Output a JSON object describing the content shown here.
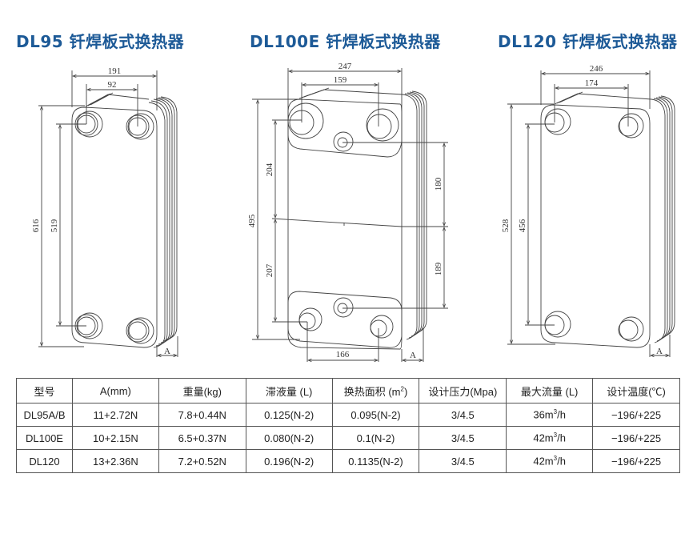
{
  "titles": [
    {
      "model": "DL95",
      "text": "DL95 钎焊板式换热器"
    },
    {
      "model": "DL100E",
      "text": "DL100E 钎焊板式换热器"
    },
    {
      "model": "DL120",
      "text": "DL120 钎焊板式换热器"
    }
  ],
  "diagrams": {
    "dl95": {
      "width": "191",
      "port_spacing": "92",
      "height": "616",
      "port_center_height": "519",
      "thickness_label": "A"
    },
    "dl100e": {
      "width": "247",
      "port_spacing": "159",
      "height": "495",
      "upper_height": "204",
      "lower_height": "207",
      "upper_right": "180",
      "lower_right": "189",
      "bottom_port_spacing": "166",
      "thickness_label": "A"
    },
    "dl120": {
      "width": "246",
      "port_spacing": "174",
      "height": "528",
      "port_center_height": "456",
      "thickness_label": "A"
    }
  },
  "table": {
    "headers": [
      "型号",
      "A(mm)",
      "重量(kg)",
      "滞液量 (L)",
      "换热面积 (m",
      "设计压力(Mpa)",
      "最大流量 (L)",
      "设计温度(℃)"
    ],
    "header_sup": "2",
    "rows": [
      {
        "model": "DL95A/B",
        "a": "11+2.72N",
        "weight": "7.8+0.44N",
        "holdup": "0.125(N-2)",
        "area": "0.095(N-2)",
        "pressure": "3/4.5",
        "flow": "36m",
        "flow_unit": "/h",
        "temp": "−196/+225"
      },
      {
        "model": "DL100E",
        "a": "10+2.15N",
        "weight": "6.5+0.37N",
        "holdup": "0.080(N-2)",
        "area": "0.1(N-2)",
        "pressure": "3/4.5",
        "flow": "42m",
        "flow_unit": "/h",
        "temp": "−196/+225"
      },
      {
        "model": "DL120",
        "a": "13+2.36N",
        "weight": "7.2+0.52N",
        "holdup": "0.196(N-2)",
        "area": "0.1135(N-2)",
        "pressure": "3/4.5",
        "flow": "42m",
        "flow_unit": "/h",
        "temp": "−196/+225"
      }
    ],
    "flow_sup": "3"
  },
  "colors": {
    "title": "#1d5a97",
    "line": "#444444"
  }
}
